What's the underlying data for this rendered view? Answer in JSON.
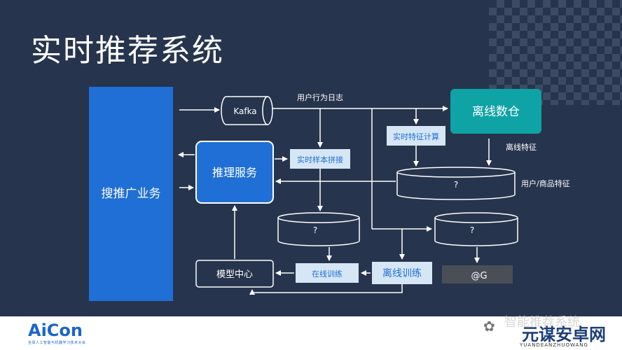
{
  "slide": {
    "title": "实时推荐系统",
    "colors": {
      "background": "#27344d",
      "blue": "#1f6fd6",
      "teal": "#0fa3a6",
      "light_blue": "#d6e6f5"
    }
  },
  "nodes": {
    "business": "搜推广业务",
    "kafka": "Kafka",
    "inference": "推理服务",
    "offline_warehouse": "离线数仓",
    "realtime_feature": "实时特征计算",
    "realtime_sample": "实时样本拼接",
    "feature_db": "?",
    "sample_db": "?",
    "offline_db": "?",
    "model_center": "模型中心",
    "online_training": "在线训练",
    "offline_training": "离线训练",
    "og": "@G"
  },
  "labels": {
    "user_behavior_log": "用户行为日志",
    "offline_feature": "离线特征",
    "user_item_feature": "用户/商品特征"
  },
  "footer": {
    "logo": "AiCon",
    "logo_sub": "全球人工智能与机器学习技术大会",
    "wechat_icon": "wechat-icon",
    "watermark": "智能推荐系统",
    "site_logo": "元谋安卓网",
    "site_url": "YUANDEANZHUOWANG"
  }
}
